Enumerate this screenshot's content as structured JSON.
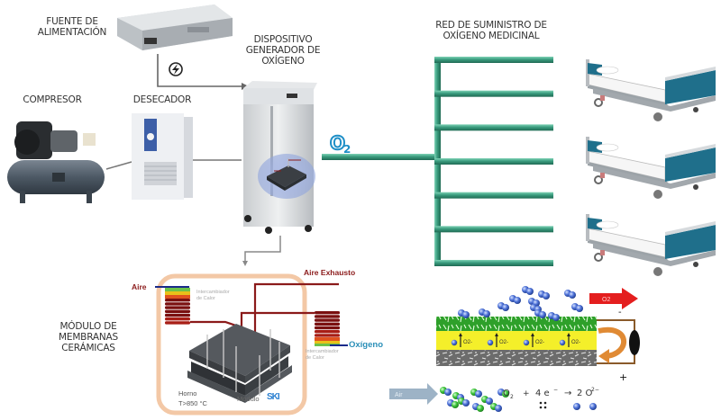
{
  "labels": {
    "power_supply": "FUENTE DE\nALIMENTACIÓN",
    "compressor": "COMPRESOR",
    "dryer": "DESECADOR",
    "generator": "DISPOSITIVO\nGENERADOR DE\nOXÍGENO",
    "network": "RED DE SUMINISTRO DE\nOXÍGENO MEDICINAL",
    "membrane_module": "MÓDULO DE\nMEMBRANAS\nCERÁMICAS",
    "o2_symbol": "O",
    "o2_subscript": "2"
  },
  "module_detail": {
    "air_in": "Aire",
    "air_exhaust": "Aire Exhausto",
    "oxygen_out": "Oxígeno",
    "heat_exchanger_1": "Intercambiador\nde Calor",
    "heat_exchanger_2": "Intercambiador\nde Calor",
    "furnace": "Horno",
    "temperature": "T>850 °C",
    "module_label": "Módulo",
    "module_brand": "SKI"
  },
  "membrane_detail": {
    "o2_arrow": "O2",
    "air_arrow": "Air",
    "ion_label": "O2-",
    "minus_sign": "-",
    "plus_sign": "+",
    "reaction": {
      "reactant": "O",
      "reactant_sub": "2",
      "plus": "+",
      "electrons": "4 e",
      "electrons_sup": "−",
      "arrow": "→",
      "product": "2 O",
      "product_sup": "2−"
    }
  },
  "network": {
    "branch_count": 7,
    "bed_count": 3
  },
  "colors": {
    "pipe": "#3a9c7e",
    "pipe_dark": "#23715a",
    "o2_blue": "#1f8fc7",
    "furnace_border": "#f3c8a6",
    "coil_red": "#8b1a1a",
    "membrane_green": "#3aa832",
    "electrolyte_yellow": "#f4ef2a",
    "electrode_gray": "#707070",
    "arrow_red": "#e41e1e",
    "arrow_air": "#9db3c6",
    "bed_panel": "#1f6f8b"
  }
}
